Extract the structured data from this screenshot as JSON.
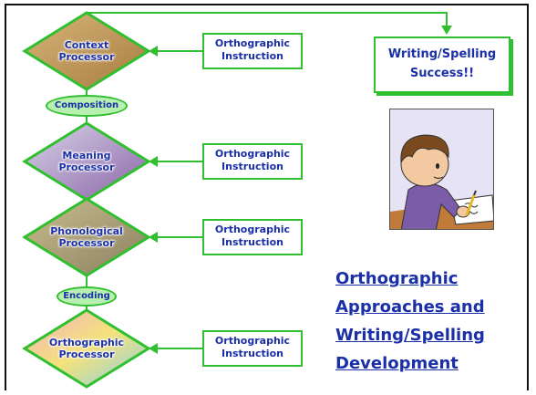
{
  "processors": [
    {
      "line1": "Context",
      "line2": "Processor"
    },
    {
      "line1": "Meaning",
      "line2": "Processor"
    },
    {
      "line1": "Phonological",
      "line2": "Processor"
    },
    {
      "line1": "Orthographic",
      "line2": "Processor"
    }
  ],
  "instruction": {
    "line1": "Orthographic",
    "line2": "Instruction"
  },
  "connectors": [
    "Composition",
    "Encoding"
  ],
  "success": {
    "line1": "Writing/Spelling",
    "line2": "Success!!"
  },
  "title_lines": [
    "Orthographic",
    "Approaches and",
    "Writing/Spelling",
    "Development"
  ],
  "colors": {
    "accent_green": "#2fbf2f",
    "text_blue": "#1a2fa8",
    "oval_fill": "#b8f0b0"
  }
}
